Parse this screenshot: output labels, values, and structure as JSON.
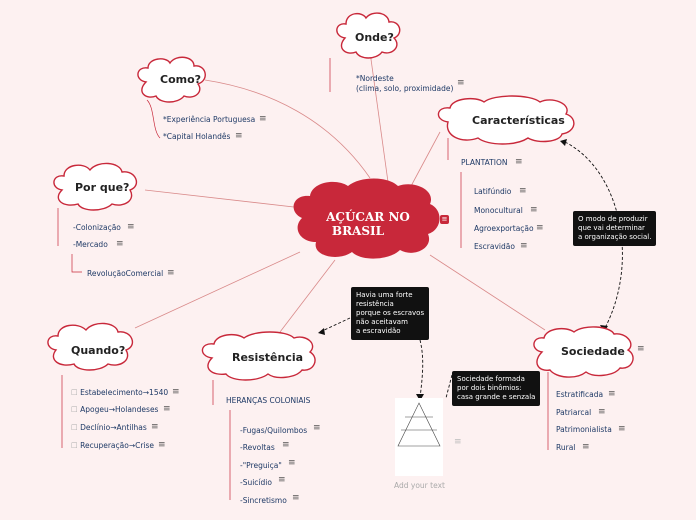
{
  "central": {
    "line1": "AÇÚCAR NO",
    "line2": "BRASIL"
  },
  "topics": {
    "onde": {
      "label": "Onde?"
    },
    "como": {
      "label": "Como?"
    },
    "porque": {
      "label": "Por que?"
    },
    "caracteristicas": {
      "label": "Características"
    },
    "quando": {
      "label": "Quando?"
    },
    "resistencia": {
      "label": "Resistência"
    },
    "sociedade": {
      "label": "Sociedade"
    }
  },
  "onde_items": [
    "*Nordeste",
    "(clima, solo, proximidade)"
  ],
  "como_items": [
    "*Experiência Portuguesa",
    "*Capital Holandês"
  ],
  "porque_items": [
    "-Colonização",
    "-Mercado"
  ],
  "porque_sub": "RevoluçãoComercial",
  "caracteristicas_main": "PLANTATION",
  "caracteristicas_items": [
    "Latifúndio",
    "Monocultural",
    "Agroexportação",
    "Escravidão"
  ],
  "quando_items": [
    "Estabelecimento→1540",
    "Apogeu→Holandeses",
    "Declínio→Antilhas",
    "Recuperação→Crise"
  ],
  "resistencia_main": "HERANÇAS COLONIAIS",
  "resistencia_items": [
    "-Fugas/Quilombos",
    "-Revoltas",
    "-\"Preguiça\"",
    "-Suicídio",
    "-Sincretismo"
  ],
  "sociedade_items": [
    "Estratificada",
    "Patriarcal",
    "Patrimonialista",
    "Rural"
  ],
  "tooltips": {
    "caracteristicas": [
      "O modo de produzir",
      "que vai determinar",
      "a organização social."
    ],
    "resistencia": [
      "Havia uma forte",
      "resistência",
      "porque os escravos",
      "não aceitavam",
      "a escravidão"
    ],
    "sociedade": [
      "Sociedade formada",
      "por dois binômios:",
      "casa grande e senzala"
    ]
  },
  "image_caption": "Add your text",
  "colors": {
    "accent": "#c8283a",
    "line": "#d98a8a",
    "background": "#fdf1f1"
  },
  "icons": {
    "note": "note-icon"
  }
}
